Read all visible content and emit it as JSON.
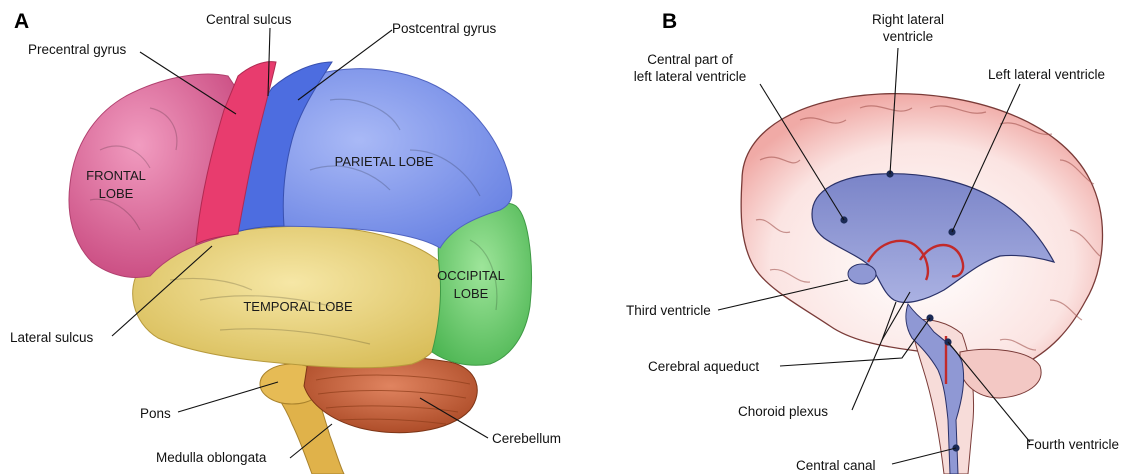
{
  "panels": {
    "a": {
      "letter": "A",
      "lobes": {
        "frontal_line1": "FRONTAL",
        "frontal_line2": "LOBE",
        "parietal": "PARIETAL LOBE",
        "temporal": "TEMPORAL LOBE",
        "occipital_line1": "OCCIPITAL",
        "occipital_line2": "LOBE"
      },
      "labels": {
        "central_sulcus": "Central sulcus",
        "postcentral_gyrus": "Postcentral gyrus",
        "precentral_gyrus": "Precentral gyrus",
        "lateral_sulcus": "Lateral sulcus",
        "pons": "Pons",
        "medulla": "Medulla oblongata",
        "cerebellum": "Cerebellum"
      }
    },
    "b": {
      "letter": "B",
      "labels": {
        "right_lateral_line1": "Right lateral",
        "right_lateral_line2": "ventricle",
        "central_part_line1": "Central part of",
        "central_part_line2": "left lateral ventricle",
        "left_lateral": "Left lateral ventricle",
        "third_ventricle": "Third ventricle",
        "cerebral_aqueduct": "Cerebral aqueduct",
        "choroid_plexus": "Choroid plexus",
        "fourth_ventricle": "Fourth ventricle",
        "central_canal": "Central canal"
      }
    }
  },
  "colors": {
    "frontal": "#e0679c",
    "precentral": "#e83c6e",
    "postcentral": "#4f6fe0",
    "parietal": "#7f97f0",
    "temporal": "#ead57e",
    "occipital": "#6fd070",
    "cerebellum": "#c45a30",
    "brainstem": "#e0b24a",
    "ventricle": "#8f98d4",
    "cortex_b": "#f2b2ae",
    "choroid": "#c22a2a"
  }
}
